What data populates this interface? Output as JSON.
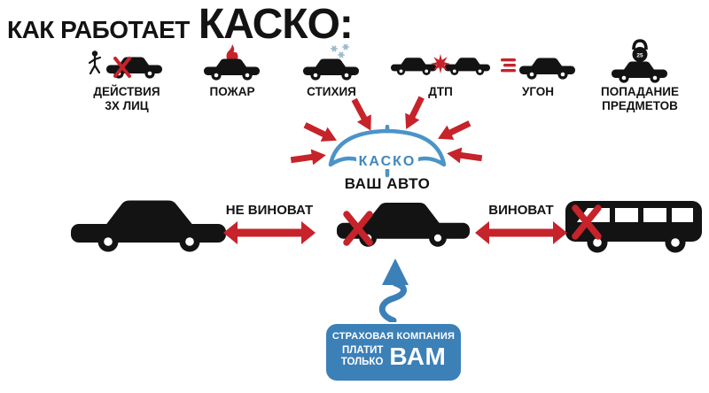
{
  "title": {
    "small": "КАК РАБОТАЕТ",
    "big": "КАСКО:"
  },
  "risks": [
    {
      "line1": "ДЕЙСТВИЯ",
      "line2": "3Х ЛИЦ"
    },
    {
      "line1": "ПОЖАР",
      "line2": ""
    },
    {
      "line1": "СТИХИЯ",
      "line2": ""
    },
    {
      "line1": "ДТП",
      "line2": ""
    },
    {
      "line1": "УГОН",
      "line2": ""
    },
    {
      "line1": "ПОПАДАНИЕ",
      "line2": "ПРЕДМЕТОВ"
    }
  ],
  "umbrella": {
    "label": "КАСКО"
  },
  "center_car": {
    "label": "ВАШ АВТО"
  },
  "scenarios": {
    "left": "НЕ ВИНОВАТ",
    "right": "ВИНОВАТ"
  },
  "payout": {
    "line1": "СТРАХОВАЯ КОМПАНИЯ",
    "word1": "ПЛАТИТ",
    "word2": "ТОЛЬКО",
    "highlight": "ВАМ"
  },
  "kettlebell_weight": "25",
  "colors": {
    "red": "#c6232b",
    "blue": "#3f87c0",
    "black": "#131313"
  }
}
